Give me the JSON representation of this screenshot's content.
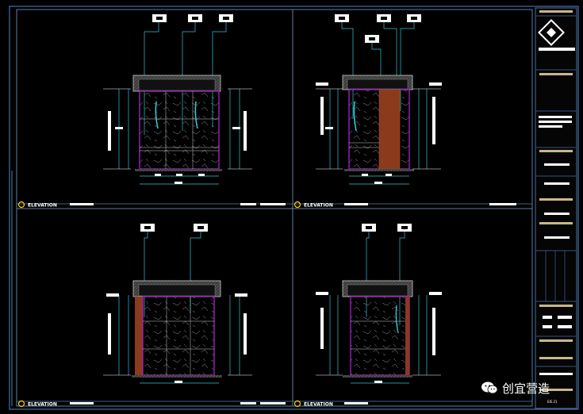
{
  "panels": [
    {
      "label": "ELEVATION"
    },
    {
      "label": "ELEVATION"
    },
    {
      "label": "ELEVATION"
    },
    {
      "label": "ELEVATION"
    }
  ],
  "title_block": {
    "sheet_number": "EIE.21",
    "logo": "company-logo"
  },
  "watermark": {
    "text": "创宜营造",
    "icon": "wechat-icon"
  },
  "colors": {
    "frame": "#4a6fa5",
    "panel_line": "#5b7fa6",
    "dimension": "#2fc6d6",
    "furniture_outline": "#a020c0",
    "wall_fill": "#2a2a2a",
    "wood": "#8b3a1c",
    "text": "#ffffff"
  }
}
